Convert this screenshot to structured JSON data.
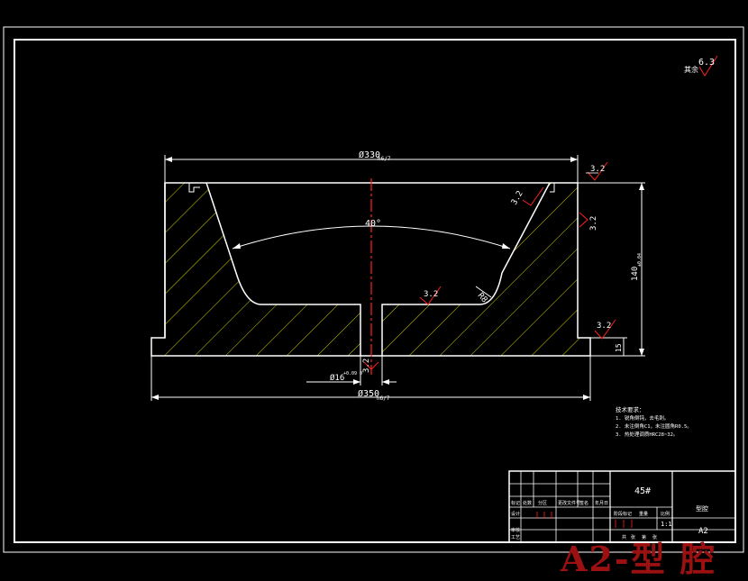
{
  "drawing": {
    "dimensions": {
      "top_diameter": "Ø330",
      "top_fit": "h6/7",
      "bottom_diameter": "Ø350",
      "bottom_fit": "h6/7",
      "hole_diameter": "Ø16",
      "hole_tol": "+0.09 0",
      "height": "140",
      "height_tol": "±0.04",
      "step": "15",
      "angle": "40°",
      "fillet": "R8"
    },
    "roughness": {
      "general_value": "6.3",
      "general_label": "其余",
      "top": "3.2",
      "right": "3.2",
      "bottom_right": "3.2",
      "cavity_right": "3.2",
      "cavity_bottom": "3.2",
      "hole": "3.2"
    },
    "notes": {
      "title": "技术要求：",
      "lines": [
        "1. 锐角倒钝，去毛刺。",
        "2. 未注倒角C1，未注圆角R0.5。",
        "3. 热处理调质HRC28~32。"
      ]
    },
    "title_block": {
      "material": "45#",
      "part_name": "型腔",
      "sheet_size": "A2",
      "scale": "1:1",
      "row_labels": [
        "标记",
        "设计",
        "审核",
        "工艺"
      ],
      "col_labels": [
        "处数",
        "分区",
        "更改文件号",
        "签名",
        "年月日"
      ],
      "stage_labels": [
        "阶段标记",
        "重量",
        "比例"
      ],
      "bottom_labels": [
        "共",
        "张",
        "第",
        "张"
      ]
    },
    "watermark": "A2-型 腔"
  },
  "colors": {
    "background": "#000000",
    "lines": "#ffffff",
    "hatch": "#d4d400",
    "center_line": "#ff2020",
    "roughness_symbol": "#ff2020",
    "watermark": "#9b1010"
  }
}
